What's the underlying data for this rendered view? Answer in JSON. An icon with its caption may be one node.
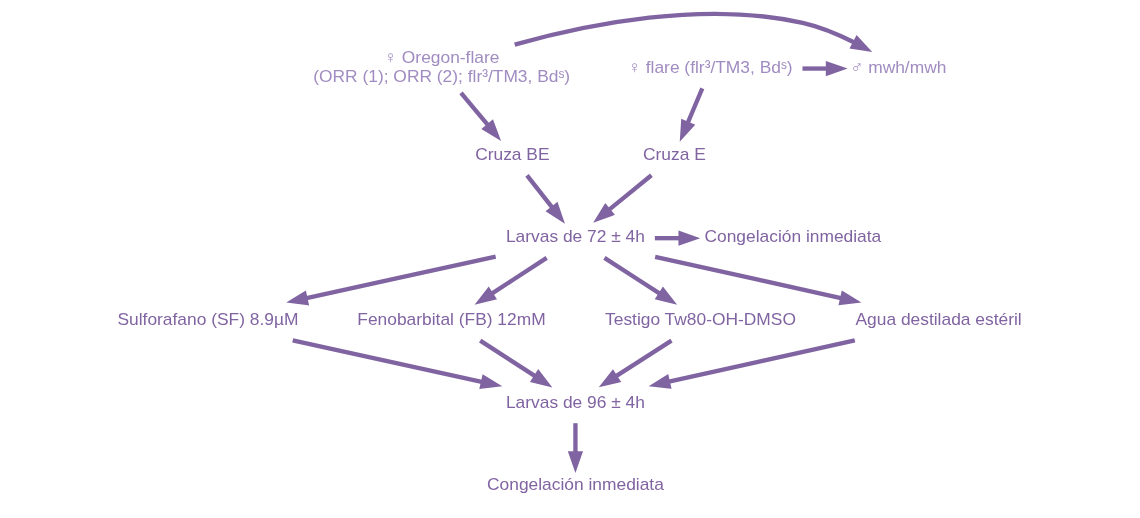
{
  "diagram": {
    "nodes": [
      {
        "text": [
          "♀ Oregon-flare",
          "(ORR (1); ORR (2); flr³/TM3, Bdˢ)"
        ]
      },
      {
        "text": [
          "♂ mwh/mwh"
        ]
      },
      {
        "text": [
          "♀ flare (flr³/TM3, Bdˢ)"
        ]
      },
      {
        "text": [
          "Cruza BE"
        ]
      },
      {
        "text": [
          "Cruza E"
        ]
      },
      {
        "text": [
          "Larvas de 72 ± 4h"
        ]
      },
      {
        "text": [
          "Congelación inmediata"
        ]
      },
      {
        "text": [
          "Sulforafano (SF) 8.9µM"
        ]
      },
      {
        "text": [
          "Fenobarbital (FB) 12mM"
        ]
      },
      {
        "text": [
          "Testigo Tw80-OH-DMSO"
        ]
      },
      {
        "text": [
          "Agua destilada estéril"
        ]
      },
      {
        "text": [
          "Larvas de 96 ± 4h"
        ]
      },
      {
        "text": [
          "Congelación inmediata"
        ]
      }
    ],
    "edges": [
      {
        "from": 0,
        "to": 1,
        "arrow": "to"
      },
      {
        "from": 0,
        "to": 3,
        "arrow": "to"
      },
      {
        "from": 2,
        "to": 1,
        "arrow": "to"
      },
      {
        "from": 2,
        "to": 4,
        "arrow": "to"
      },
      {
        "from": 3,
        "to": 5,
        "arrow": "to"
      },
      {
        "from": 4,
        "to": 5,
        "arrow": "to"
      },
      {
        "from": 5,
        "to": 6,
        "arrow": "to"
      },
      {
        "from": 5,
        "to": 7,
        "arrow": "to"
      },
      {
        "from": 5,
        "to": 8,
        "arrow": "to"
      },
      {
        "from": 5,
        "to": 9,
        "arrow": "to"
      },
      {
        "from": 5,
        "to": 10,
        "arrow": "to"
      },
      {
        "from": 7,
        "to": 11,
        "arrow": "to"
      },
      {
        "from": 8,
        "to": 11,
        "arrow": "to"
      },
      {
        "from": 9,
        "to": 11,
        "arrow": "to"
      },
      {
        "from": 10,
        "to": 11,
        "arrow": "to"
      },
      {
        "from": 11,
        "to": 12,
        "arrow": "to"
      }
    ]
  }
}
